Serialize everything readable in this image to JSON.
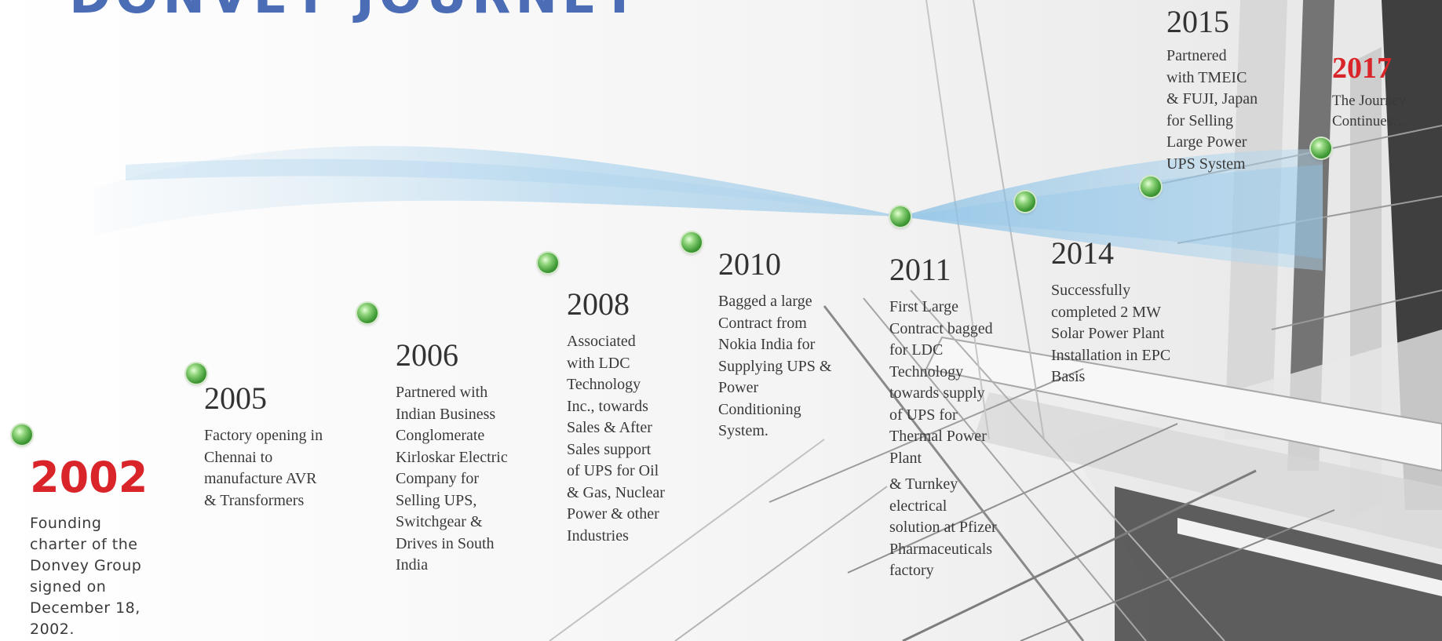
{
  "title": "DONVEY JOURNEY",
  "colors": {
    "title": "#4a6db5",
    "highlight_year": "#d9242a",
    "body_text": "#3a3a3a",
    "node": "#4caf3c",
    "wave": "#8ec6ea"
  },
  "milestones": [
    {
      "year": "2002",
      "text": "Founding\ncharter of the\nDonvey Group\nsigned on\nDecember 18,\n2002."
    },
    {
      "year": "2005",
      "text": "Factory opening in\nChennai to\nmanufacture AVR\n& Transformers"
    },
    {
      "year": "2006",
      "text": "Partnered with\nIndian Business\nConglomerate\nKirloskar Electric\nCompany for\nSelling UPS,\nSwitchgear &\nDrives in South\nIndia"
    },
    {
      "year": "2008",
      "text": "Associated\nwith LDC\nTechnology\nInc., towards\nSales & After\nSales support\nof UPS for Oil\n& Gas, Nuclear\nPower & other\nIndustries"
    },
    {
      "year": "2010",
      "text": "Bagged a large\nContract from\nNokia India for\nSupplying UPS &\nPower\nConditioning\nSystem."
    },
    {
      "year": "2011",
      "text": "First Large\nContract bagged\nfor LDC\nTechnology\ntowards supply\nof UPS for\nThermal Power\nPlant",
      "text2": "& Turnkey\nelectrical\nsolution at Pfizer\nPharmaceuticals\nfactory"
    },
    {
      "year": "2014",
      "text": "Successfully\ncompleted 2 MW\nSolar  Power Plant\nInstallation in EPC\nBasis"
    },
    {
      "year": "2015",
      "text": "Partnered\nwith TMEIC\n& FUJI, Japan\nfor Selling\nLarge Power\nUPS System"
    },
    {
      "year": "2017",
      "text": "The Journey\nContinues…"
    }
  ]
}
